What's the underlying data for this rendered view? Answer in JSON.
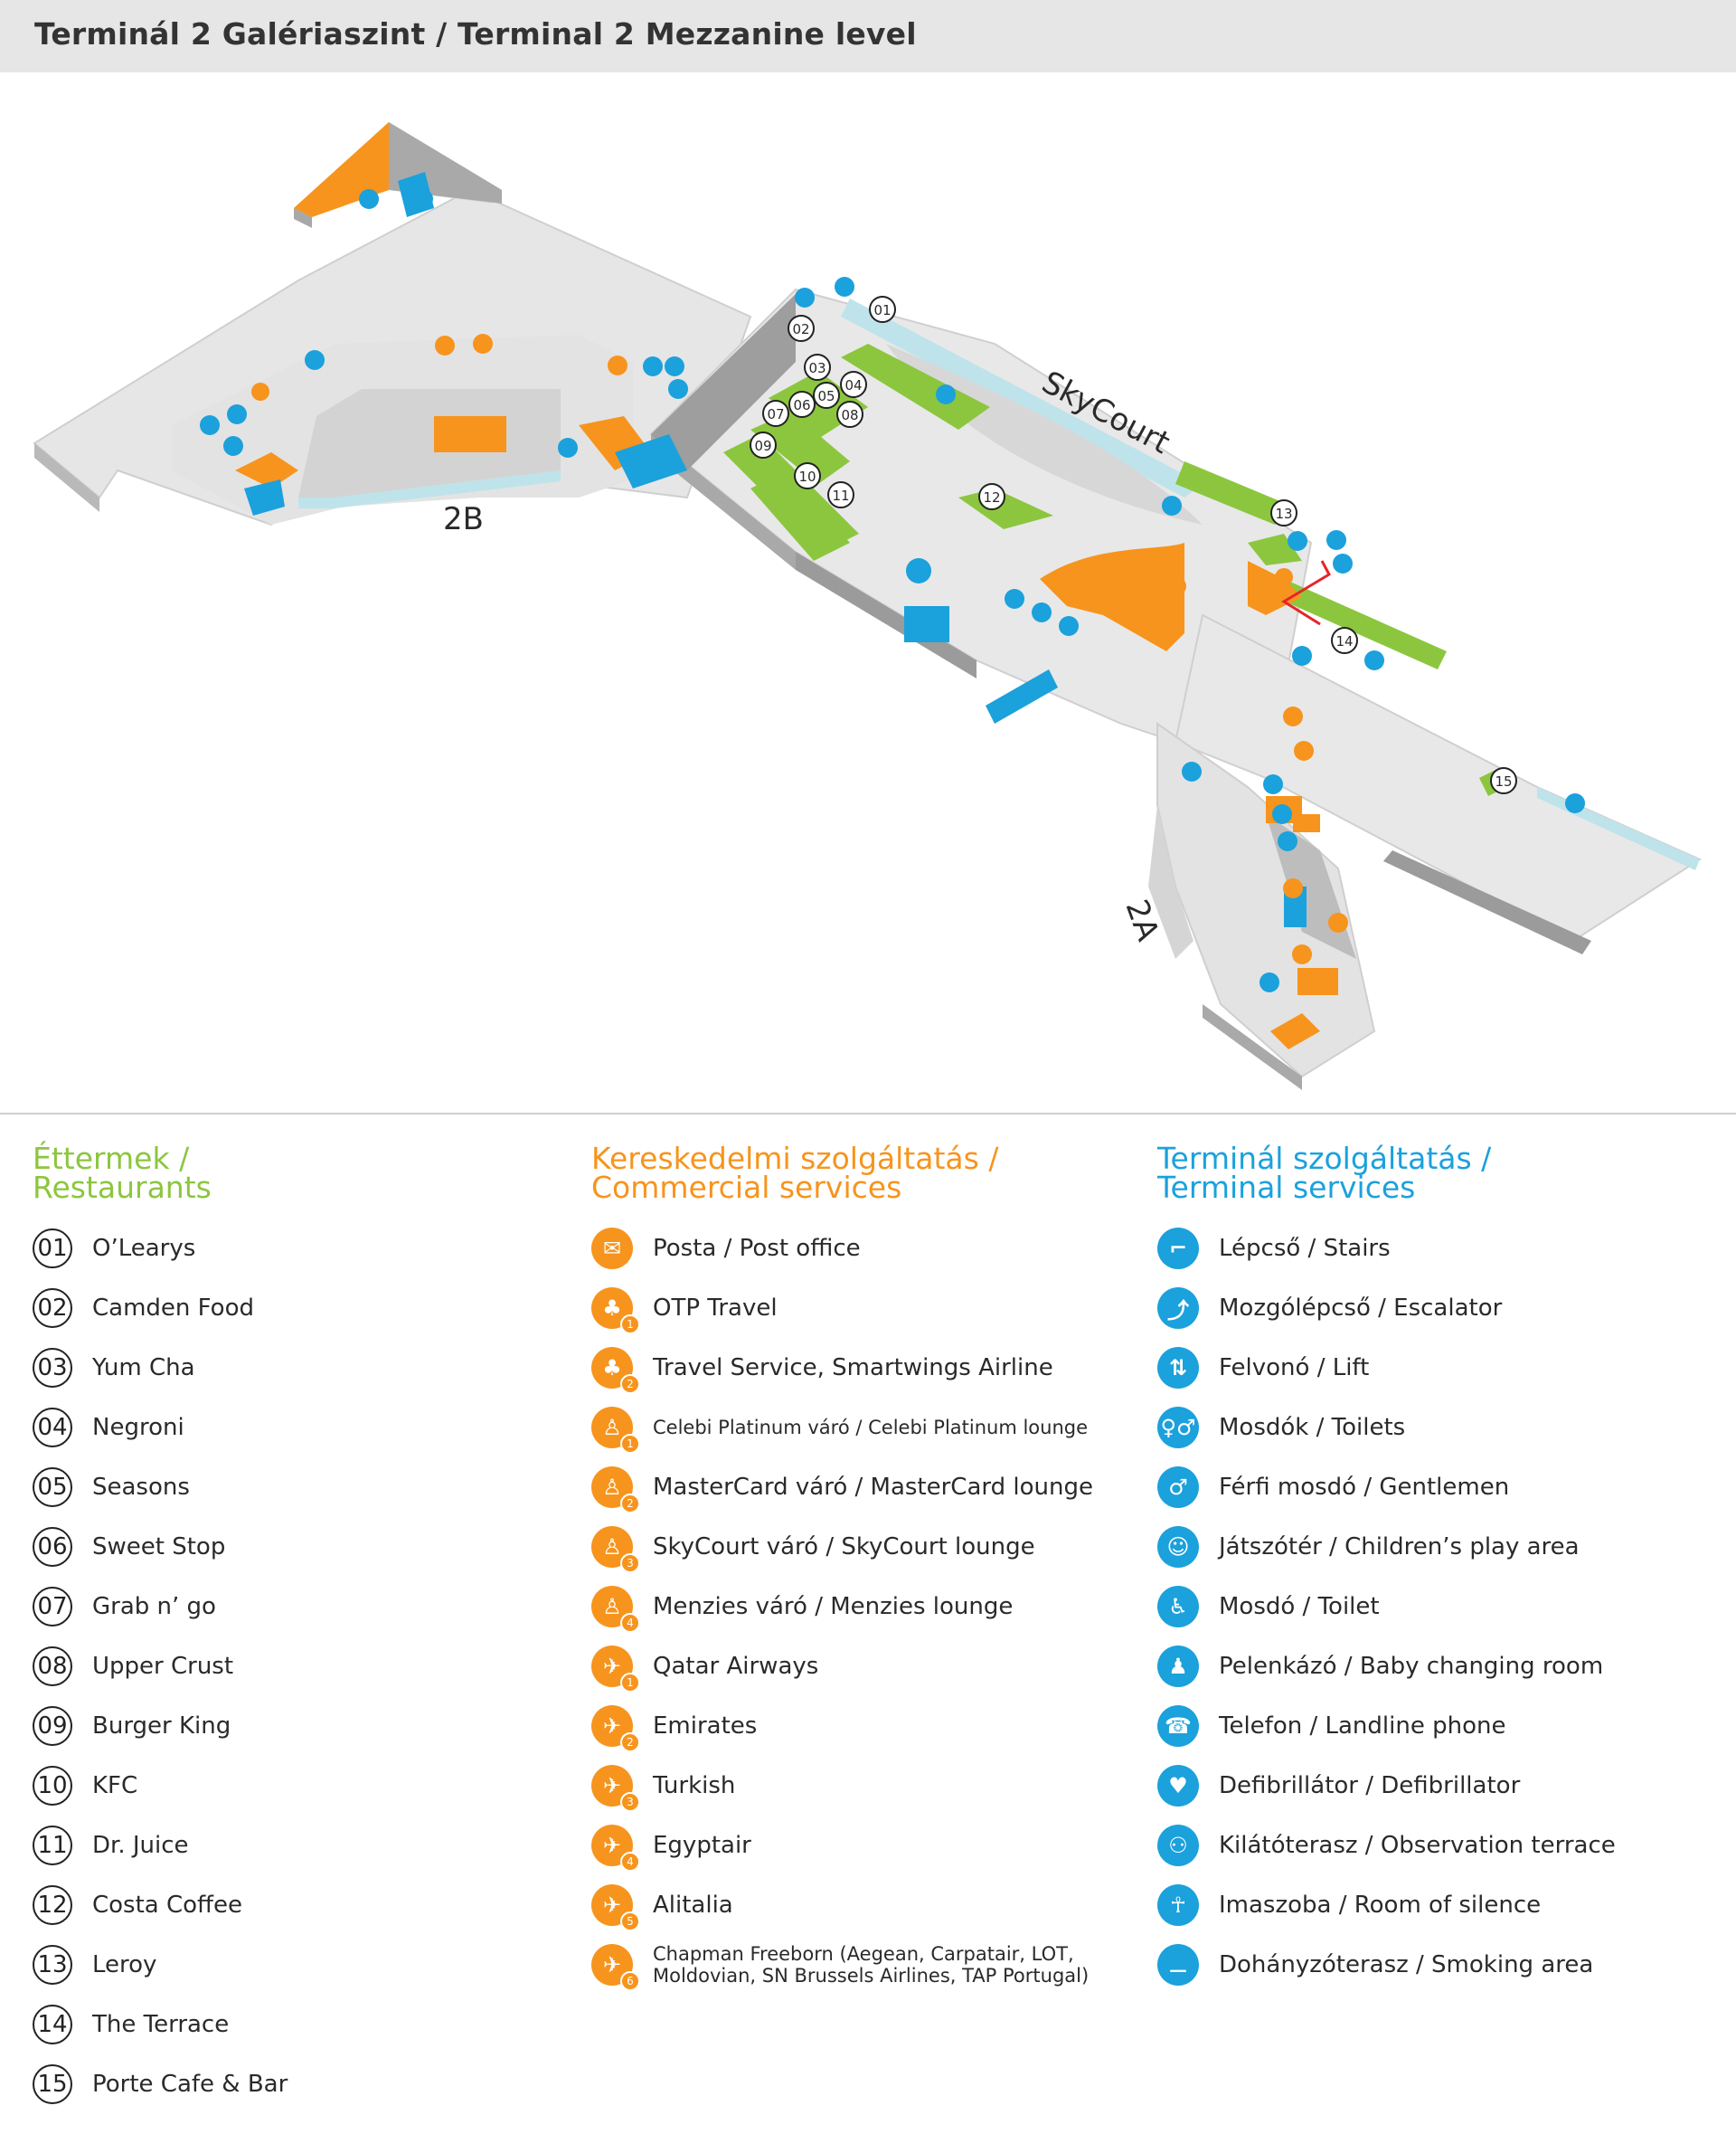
{
  "title": "Terminál 2 Galériaszint / Terminal 2 Mezzanine level",
  "map": {
    "labels": {
      "skycourt": "SkyCourt",
      "pier_b": "2B",
      "pier_a": "2A"
    },
    "marker_numbers": [
      "01",
      "02",
      "03",
      "04",
      "05",
      "06",
      "07",
      "08",
      "09",
      "10",
      "11",
      "12",
      "13",
      "14",
      "15"
    ],
    "colors": {
      "restaurant": "#8cc63f",
      "commercial": "#f7941d",
      "terminal": "#1ba1dc",
      "floor": "#e8e8e8",
      "wall": "#9b9b9b",
      "glass": "#bfe3ea"
    }
  },
  "legend": {
    "restaurants": {
      "heading_line1": "Éttermek /",
      "heading_line2": "Restaurants",
      "items": [
        {
          "num": "01",
          "label": "O’Learys"
        },
        {
          "num": "02",
          "label": "Camden Food"
        },
        {
          "num": "03",
          "label": "Yum Cha"
        },
        {
          "num": "04",
          "label": "Negroni"
        },
        {
          "num": "05",
          "label": "Seasons"
        },
        {
          "num": "06",
          "label": "Sweet Stop"
        },
        {
          "num": "07",
          "label": "Grab n’ go"
        },
        {
          "num": "08",
          "label": "Upper Crust"
        },
        {
          "num": "09",
          "label": "Burger King"
        },
        {
          "num": "10",
          "label": "KFC"
        },
        {
          "num": "11",
          "label": "Dr. Juice"
        },
        {
          "num": "12",
          "label": "Costa Coffee"
        },
        {
          "num": "13",
          "label": "Leroy"
        },
        {
          "num": "14",
          "label": "The Terrace"
        },
        {
          "num": "15",
          "label": "Porte Cafe & Bar"
        }
      ]
    },
    "commercial": {
      "heading_line1": "Kereskedelmi szolgáltatás /",
      "heading_line2": "Commercial services",
      "items": [
        {
          "icon": "envelope-icon",
          "glyph": "✉",
          "sub": "",
          "label": "Posta / Post office"
        },
        {
          "icon": "palm-tree-icon",
          "glyph": "♣",
          "sub": "1",
          "label": "OTP  Travel"
        },
        {
          "icon": "palm-tree-icon",
          "glyph": "♣",
          "sub": "2",
          "label": "Travel Service, Smartwings Airline"
        },
        {
          "icon": "lounge-seat-icon",
          "glyph": "♙",
          "sub": "1",
          "label": "Celebi Platinum váró / Celebi Platinum lounge"
        },
        {
          "icon": "lounge-seat-icon",
          "glyph": "♙",
          "sub": "2",
          "label": "MasterCard váró / MasterCard lounge"
        },
        {
          "icon": "lounge-seat-icon",
          "glyph": "♙",
          "sub": "3",
          "label": "SkyCourt váró / SkyCourt lounge"
        },
        {
          "icon": "lounge-seat-icon",
          "glyph": "♙",
          "sub": "4",
          "label": "Menzies váró / Menzies lounge"
        },
        {
          "icon": "airplane-icon",
          "glyph": "✈",
          "sub": "1",
          "label": "Qatar Airways"
        },
        {
          "icon": "airplane-icon",
          "glyph": "✈",
          "sub": "2",
          "label": "Emirates"
        },
        {
          "icon": "airplane-icon",
          "glyph": "✈",
          "sub": "3",
          "label": "Turkish"
        },
        {
          "icon": "airplane-icon",
          "glyph": "✈",
          "sub": "4",
          "label": "Egyptair"
        },
        {
          "icon": "airplane-icon",
          "glyph": "✈",
          "sub": "5",
          "label": "Alitalia"
        },
        {
          "icon": "airplane-icon",
          "glyph": "✈",
          "sub": "6",
          "label": "Chapman Freeborn (Aegean, Carpatair, LOT, Moldovian, SN Brussels Airlines, TAP Portugal)"
        }
      ]
    },
    "terminal": {
      "heading_line1": "Terminál szolgáltatás /",
      "heading_line2": "Terminal services",
      "items": [
        {
          "icon": "stairs-icon",
          "glyph": "⌐",
          "label": "Lépcső / Stairs"
        },
        {
          "icon": "escalator-icon",
          "glyph": "⤴",
          "label": "Mozgólépcső / Escalator"
        },
        {
          "icon": "lift-icon",
          "glyph": "⇅",
          "label": "Felvonó / Lift"
        },
        {
          "icon": "toilets-icon",
          "glyph": "♀♂",
          "label": "Mosdók / Toilets"
        },
        {
          "icon": "gentlemen-icon",
          "glyph": "♂",
          "label": "Férfi mosdó / Gentlemen"
        },
        {
          "icon": "smiley-icon",
          "glyph": "☺",
          "label": "Játszótér / Children’s play area"
        },
        {
          "icon": "wheelchair-icon",
          "glyph": "♿",
          "label": "Mosdó / Toilet"
        },
        {
          "icon": "baby-changing-icon",
          "glyph": "♟",
          "label": "Pelenkázó / Baby changing room"
        },
        {
          "icon": "phone-icon",
          "glyph": "☎",
          "label": "Telefon / Landline phone"
        },
        {
          "icon": "defibrillator-icon",
          "glyph": "♥",
          "label": "Defibrillátor / Defibrillator"
        },
        {
          "icon": "observation-terrace-icon",
          "glyph": "⚇",
          "label": "Kilátóterasz / Observation terrace"
        },
        {
          "icon": "silence-room-icon",
          "glyph": "☥",
          "label": "Imaszoba / Room of silence"
        },
        {
          "icon": "smoking-icon",
          "glyph": "⚊",
          "label": "Dohányzóterasz / Smoking area"
        }
      ]
    }
  }
}
